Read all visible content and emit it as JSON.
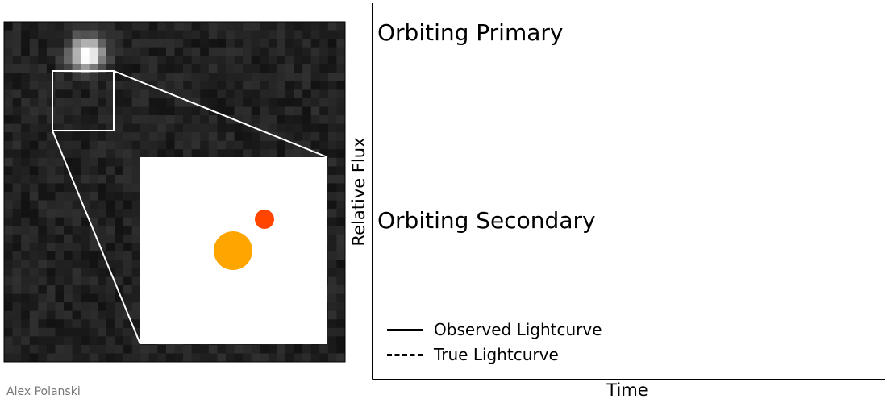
{
  "credit": "Alex Polanski",
  "panel_labels": {
    "primary": "Orbiting Primary",
    "secondary": "Orbiting Secondary"
  },
  "colors": {
    "primary_star": "#ffa500",
    "secondary_star": "#ff4500",
    "inset_background": "#ffffff"
  },
  "chart_data": {
    "type": "line",
    "xlabel": "Time",
    "ylabel": "Relative Flux",
    "series": [
      {
        "name": "Observed Lightcurve",
        "style": "solid",
        "color": "#000000",
        "x": [],
        "y": []
      },
      {
        "name": "True Lightcurve",
        "style": "dashed",
        "color": "#000000",
        "x": [],
        "y": []
      }
    ],
    "grid": false,
    "legend": "bottom-left"
  }
}
